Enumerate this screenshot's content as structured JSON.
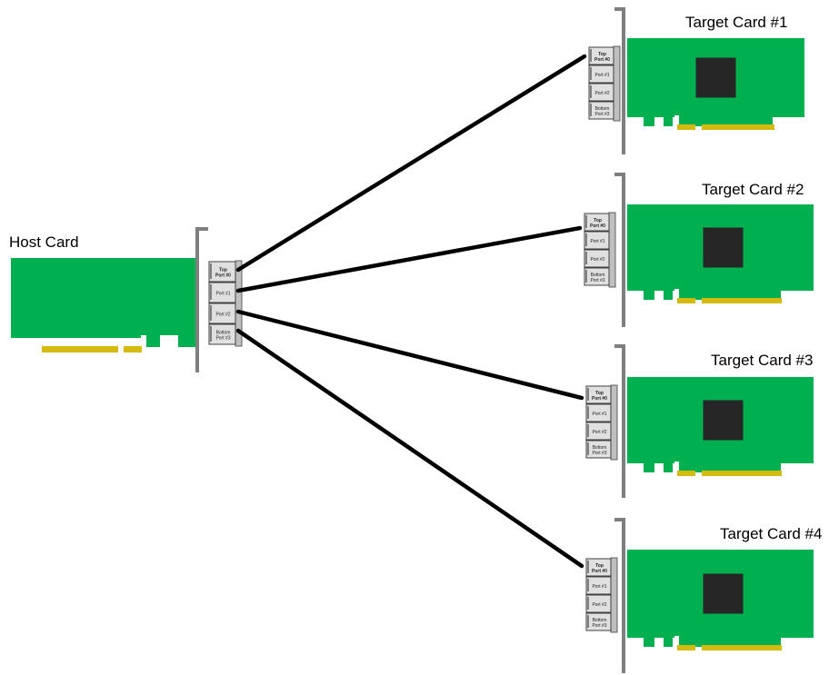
{
  "colors": {
    "pcb": "#00b050",
    "gold": "#d4b90f",
    "chip": "#262626",
    "bracket": "#7f7f7f",
    "cable": "#000000",
    "port_fill": "#e0e0e0",
    "port_stroke": "#404040"
  },
  "host": {
    "label": "Host Card",
    "ports": [
      {
        "line1": "Top",
        "line2": "Port #0"
      },
      {
        "line1": "Port #1",
        "line2": ""
      },
      {
        "line1": "Port #2",
        "line2": ""
      },
      {
        "line1": "Bottom",
        "line2": "Port #3"
      }
    ]
  },
  "targets": [
    {
      "label": "Target Card #1",
      "ports": [
        {
          "line1": "Top",
          "line2": "Port #0"
        },
        {
          "line1": "Port #1",
          "line2": ""
        },
        {
          "line1": "Port #2",
          "line2": ""
        },
        {
          "line1": "Bottom",
          "line2": "Port #3"
        }
      ]
    },
    {
      "label": "Target Card #2",
      "ports": [
        {
          "line1": "Top",
          "line2": "Port #0"
        },
        {
          "line1": "Port #1",
          "line2": ""
        },
        {
          "line1": "Port #2",
          "line2": ""
        },
        {
          "line1": "Bottom",
          "line2": "Port #3"
        }
      ]
    },
    {
      "label": "Target Card #3",
      "ports": [
        {
          "line1": "Top",
          "line2": "Port #0"
        },
        {
          "line1": "Port #1",
          "line2": ""
        },
        {
          "line1": "Port #2",
          "line2": ""
        },
        {
          "line1": "Bottom",
          "line2": "Port #3"
        }
      ]
    },
    {
      "label": "Target Card #4",
      "ports": [
        {
          "line1": "Top",
          "line2": "Port #0"
        },
        {
          "line1": "Port #1",
          "line2": ""
        },
        {
          "line1": "Port #2",
          "line2": ""
        },
        {
          "line1": "Bottom",
          "line2": "Port #3"
        }
      ]
    }
  ],
  "connections": [
    {
      "from_port": "host.ports.0",
      "to": "targets.0.ports.0"
    },
    {
      "from_port": "host.ports.1",
      "to": "targets.1.ports.0"
    },
    {
      "from_port": "host.ports.2",
      "to": "targets.2.ports.0"
    },
    {
      "from_port": "host.ports.3",
      "to": "targets.3.ports.0"
    }
  ]
}
